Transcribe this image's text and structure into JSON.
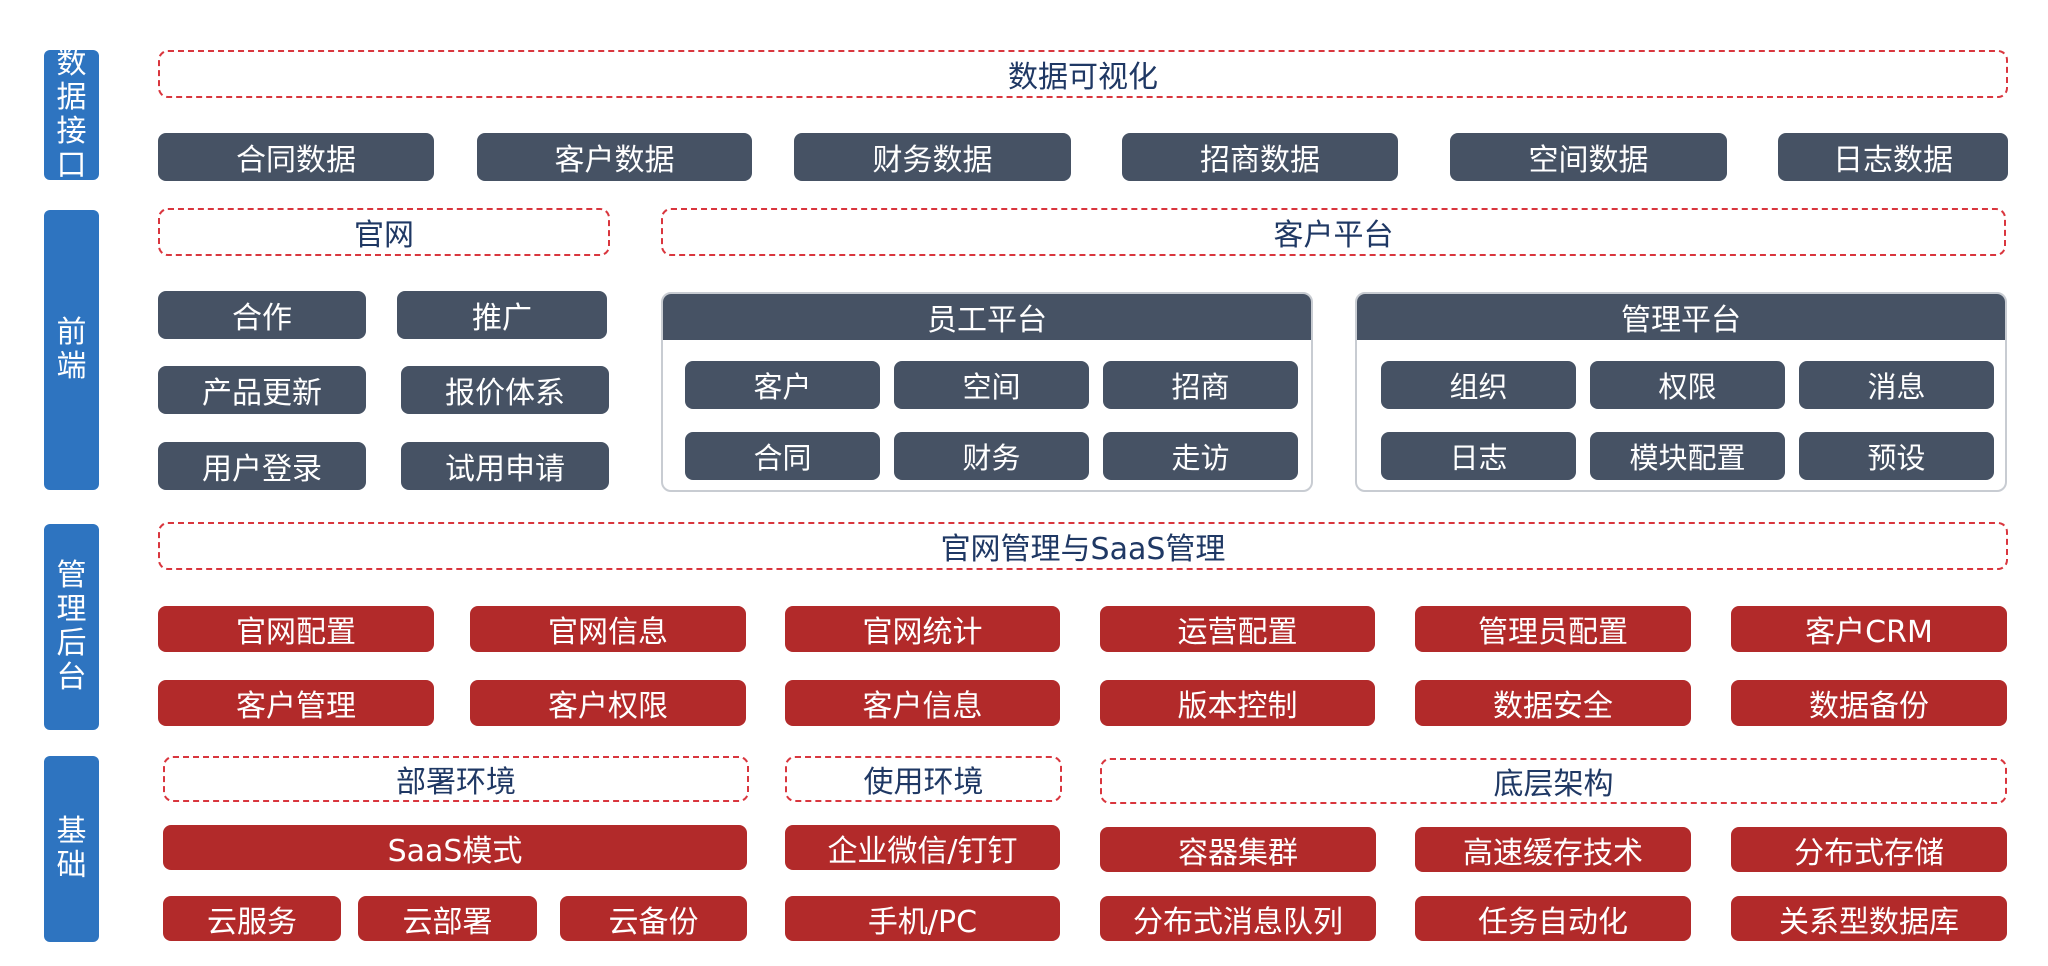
{
  "colors": {
    "side_bar": "#2E74C0",
    "dark_tile": "#465264",
    "red_tile": "#B22A2A",
    "dashed_border": "#D9363E",
    "heading_text": "#1F3864"
  },
  "sections": {
    "data_interface": "数据接口",
    "frontend": "前端",
    "admin_backend": "管理后台",
    "foundation": "基础"
  },
  "data_layer": {
    "title": "数据可视化",
    "items": [
      "合同数据",
      "客户数据",
      "财务数据",
      "招商数据",
      "空间数据",
      "日志数据"
    ]
  },
  "frontend": {
    "website": {
      "title": "官网",
      "items": [
        "合作",
        "推广",
        "产品更新",
        "报价体系",
        "用户登录",
        "试用申请"
      ]
    },
    "customer_platform": {
      "title": "客户平台",
      "staff_platform": {
        "title": "员工平台",
        "items": [
          "客户",
          "空间",
          "招商",
          "合同",
          "财务",
          "走访"
        ]
      },
      "management_platform": {
        "title": "管理平台",
        "items": [
          "组织",
          "权限",
          "消息",
          "日志",
          "模块配置",
          "预设"
        ]
      }
    }
  },
  "admin": {
    "title": "官网管理与SaaS管理",
    "items": [
      "官网配置",
      "官网信息",
      "官网统计",
      "运营配置",
      "管理员配置",
      "客户CRM",
      "客户管理",
      "客户权限",
      "客户信息",
      "版本控制",
      "数据安全",
      "数据备份"
    ]
  },
  "foundation": {
    "deploy": {
      "title": "部署环境",
      "mode": "SaaS模式",
      "items": [
        "云服务",
        "云部署",
        "云备份"
      ]
    },
    "usage": {
      "title": "使用环境",
      "items": [
        "企业微信/钉钉",
        "手机/PC"
      ]
    },
    "infra": {
      "title": "底层架构",
      "items": [
        "容器集群",
        "高速缓存技术",
        "分布式存储",
        "分布式消息队列",
        "任务自动化",
        "关系型数据库"
      ]
    }
  }
}
